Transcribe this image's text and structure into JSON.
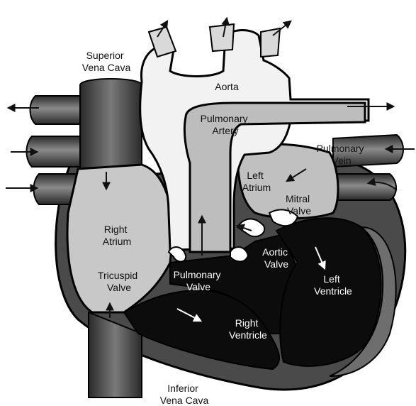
{
  "diagram": {
    "labels": {
      "superior_vena_cava": [
        "Superior",
        "Vena Cava"
      ],
      "aorta": [
        "Aorta"
      ],
      "pulmonary_artery": [
        "Pulmonary",
        "Artery"
      ],
      "pulmonary_vein": [
        "Pulmonary",
        "Vein"
      ],
      "left_atrium": [
        "Left",
        "Atrium"
      ],
      "mitral_valve": [
        "Mitral",
        "Valve"
      ],
      "right_atrium": [
        "Right",
        "Atrium"
      ],
      "aortic_valve": [
        "Aortic",
        "Valve"
      ],
      "tricuspid_valve": [
        "Tricuspid",
        "Valve"
      ],
      "pulmonary_valve": [
        "Pulmonary",
        "Valve"
      ],
      "left_ventricle": [
        "Left",
        "Ventricle"
      ],
      "right_ventricle": [
        "Right",
        "Ventricle"
      ],
      "inferior_vena_cava": [
        "Inferior",
        "Vena Cava"
      ]
    }
  }
}
